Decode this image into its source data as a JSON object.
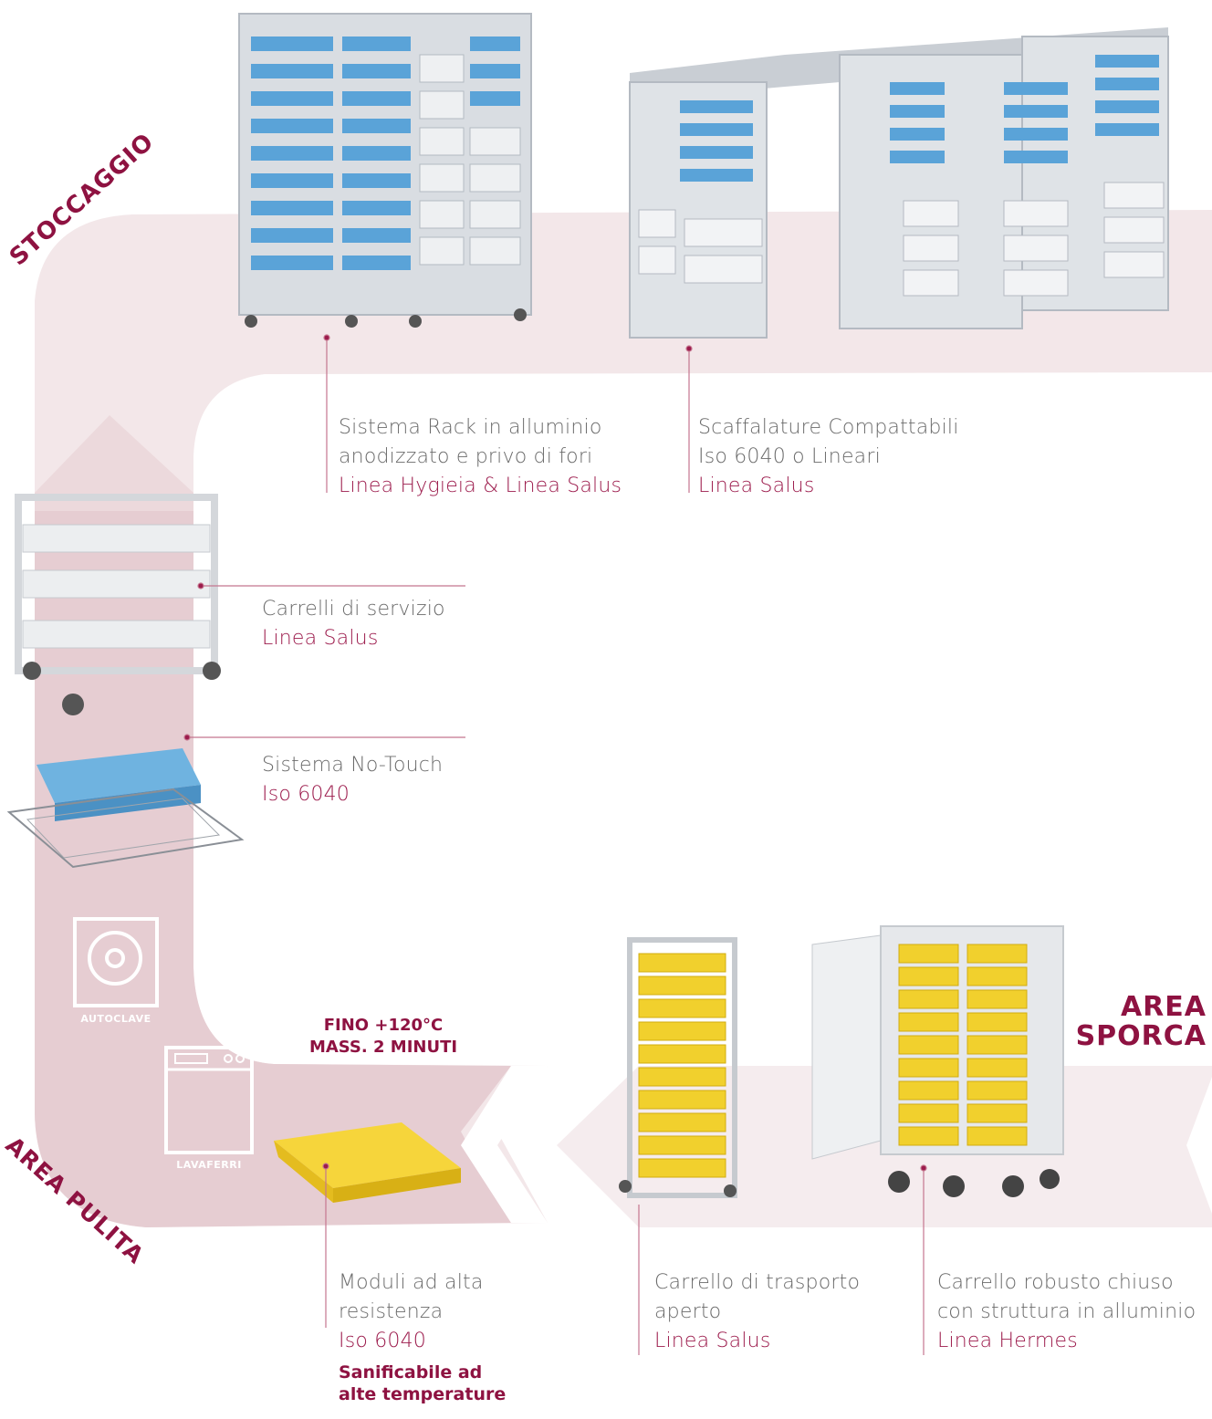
{
  "zones": {
    "storage": "STOCCAGGIO",
    "clean": "AREA PULITA",
    "dirty": [
      "AREA",
      "SPORCA"
    ]
  },
  "icons": {
    "autoclave": "AUTOCLAVE",
    "washer": "LAVAFERRI"
  },
  "temperature_note": [
    "FINO +120°C",
    "MASS. 2 MINUTI"
  ],
  "products": {
    "rack": {
      "lines": [
        "Sistema Rack in alluminio",
        "anodizzato e privo di fori"
      ],
      "link": "Linea Hygieia & Linea Salus"
    },
    "shelving": {
      "lines": [
        "Scaffalature Compattabili",
        "Iso 6040 o Lineari"
      ],
      "link": "Linea Salus"
    },
    "service_cart": {
      "lines": [
        "Carrelli di servizio"
      ],
      "link": "Linea Salus"
    },
    "notouch": {
      "lines": [
        "Sistema No-Touch"
      ],
      "link": "Iso 6040"
    },
    "modules": {
      "lines": [
        "Moduli ad alta",
        "resistenza"
      ],
      "link": "Iso 6040"
    },
    "transport_cart": {
      "lines": [
        "Carrello di trasporto",
        "aperto"
      ],
      "link": "Linea Salus"
    },
    "closed_cart": {
      "lines": [
        "Carrello robusto chiuso",
        "con struttura in alluminio"
      ],
      "link": "Linea Hermes"
    }
  },
  "sanitize_note": [
    "Sanificabile ad",
    "alte temperature"
  ],
  "colors": {
    "band": "#f2e6e8",
    "band_dark": "#e3c9ce",
    "accent": "#8e1241",
    "text": "#6b6b6b"
  }
}
